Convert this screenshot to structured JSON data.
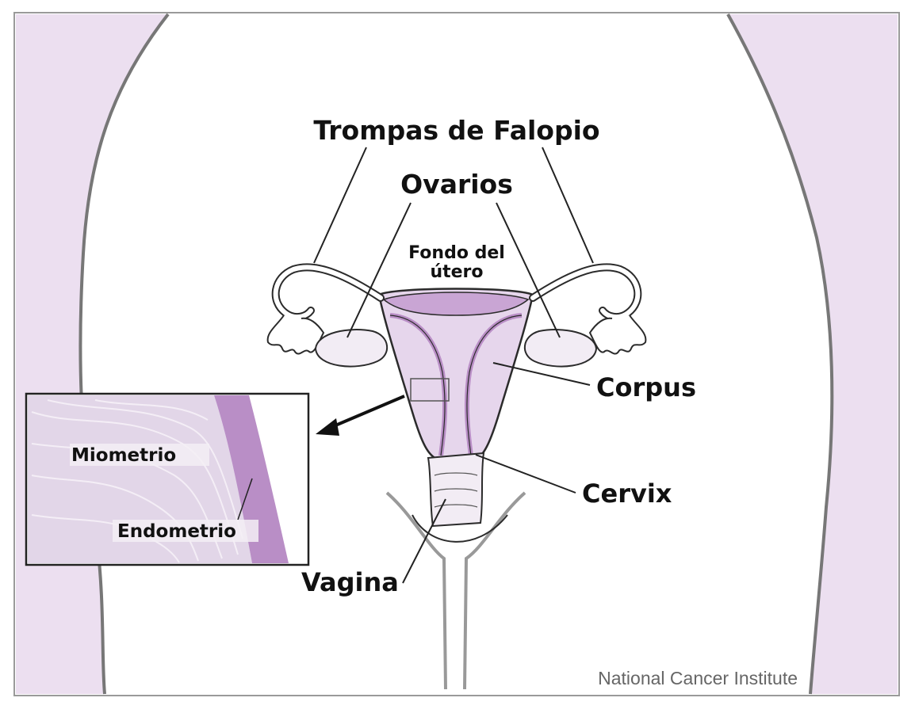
{
  "labels": {
    "fallopian_tubes": "Trompas de Falopio",
    "ovaries": "Ovarios",
    "fundus_line1": "Fondo del",
    "fundus_line2": "útero",
    "corpus": "Corpus",
    "cervix": "Cervix",
    "vagina": "Vagina",
    "myometrium": "Miometrio",
    "endometrium": "Endometrio"
  },
  "credit": "National Cancer Institute",
  "colors": {
    "background_tissue": "#ecdff0",
    "uterus_fill": "#e6d6ec",
    "endometrium_band": "#b98ec6",
    "outline": "#2b2b2b",
    "body_contour": "#777777"
  }
}
